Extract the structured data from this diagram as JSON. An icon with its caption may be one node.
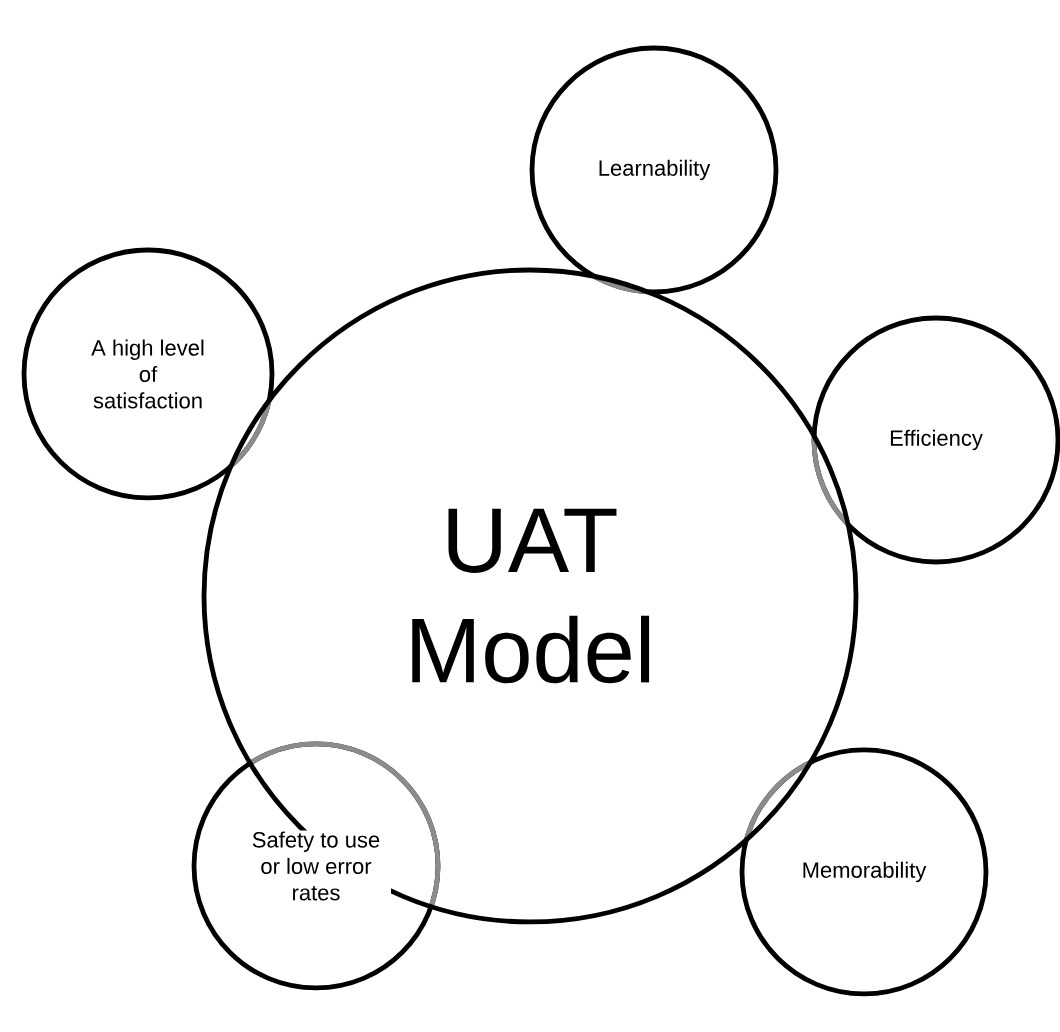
{
  "diagram": {
    "nodes": [
      {
        "text": [
          "Learnability"
        ]
      },
      {
        "text": [
          "A high level of satisfaction"
        ]
      },
      {
        "text": [
          "Efficiency"
        ]
      },
      {
        "text": [
          "UAT Model"
        ]
      },
      {
        "text": [
          "Safety to use or low error rates"
        ]
      },
      {
        "text": [
          "Memorability"
        ]
      }
    ]
  }
}
